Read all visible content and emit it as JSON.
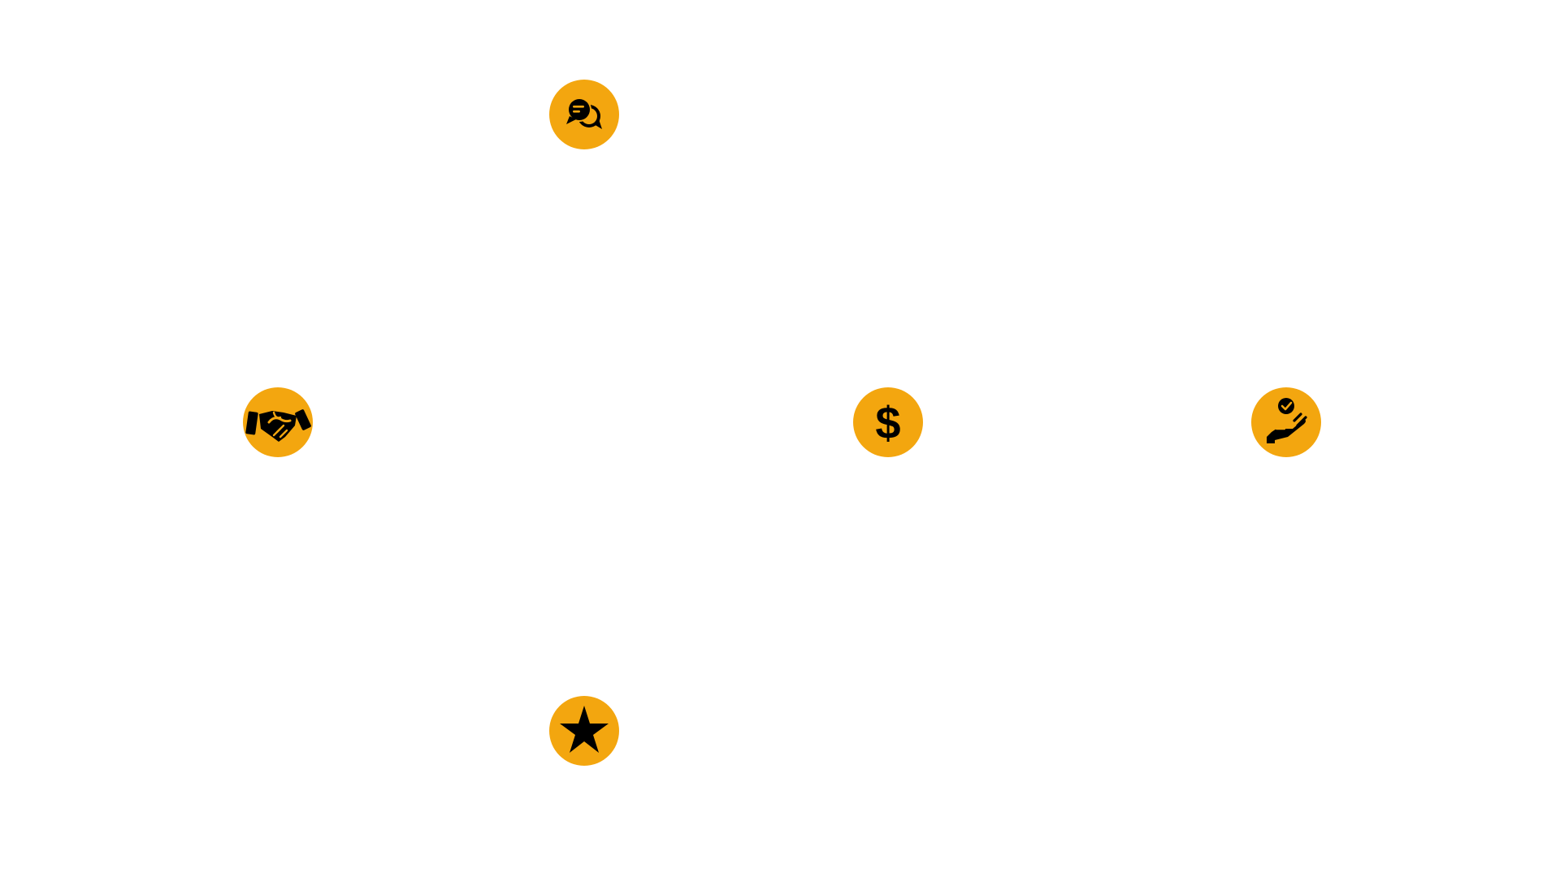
{
  "colors": {
    "badge": "#F3A60F",
    "icon": "#000000",
    "background": "#FFFFFF"
  },
  "icons": [
    {
      "id": "chat",
      "icon": "chat-bubbles-icon"
    },
    {
      "id": "handshake",
      "icon": "handshake-icon"
    },
    {
      "id": "dollar",
      "icon": "dollar-icon",
      "glyph": "$"
    },
    {
      "id": "hand",
      "icon": "hand-check-icon"
    },
    {
      "id": "star",
      "icon": "star-icon"
    }
  ]
}
